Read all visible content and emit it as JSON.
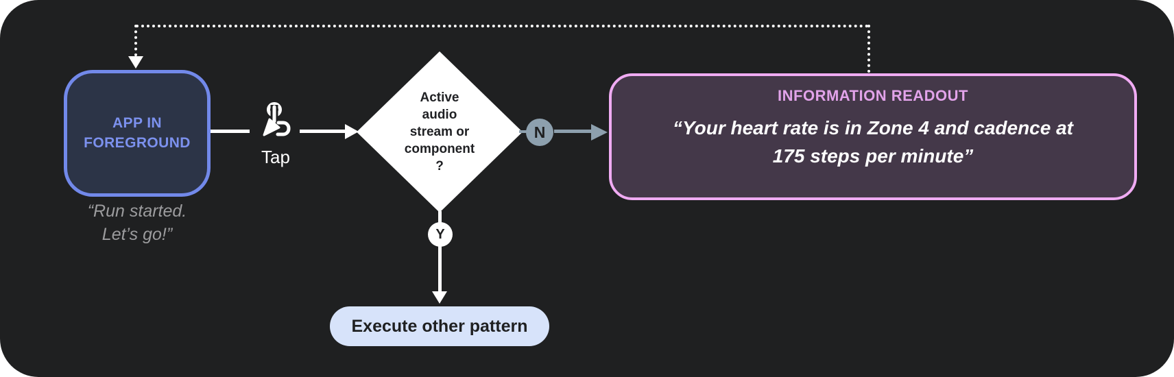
{
  "canvas": {
    "background": "#1f2021"
  },
  "app_node": {
    "label": "APP IN\nFOREGROUND",
    "quote": "“Run started.\nLet’s go!”",
    "fill": "#2c3447",
    "border_color": "#7289ea",
    "label_color": "#7c91ee"
  },
  "tap": {
    "label": "Tap",
    "icon": "tap-gesture-icon"
  },
  "decision": {
    "label": "Active\naudio\nstream or\ncomponent\n?",
    "fill": "#ffffff"
  },
  "branch_no": {
    "label": "N",
    "color": "#8da0ae"
  },
  "branch_yes": {
    "label": "Y",
    "color": "#ffffff"
  },
  "readout": {
    "title": "INFORMATION READOUT",
    "quote": "“Your heart rate is in Zone 4 and cadence at\n175 steps per minute”",
    "fill": "#443849",
    "border_color": "#f0abf3",
    "title_color": "#e2a3ea"
  },
  "execute": {
    "label": "Execute other pattern",
    "fill": "#d7e3fa"
  }
}
